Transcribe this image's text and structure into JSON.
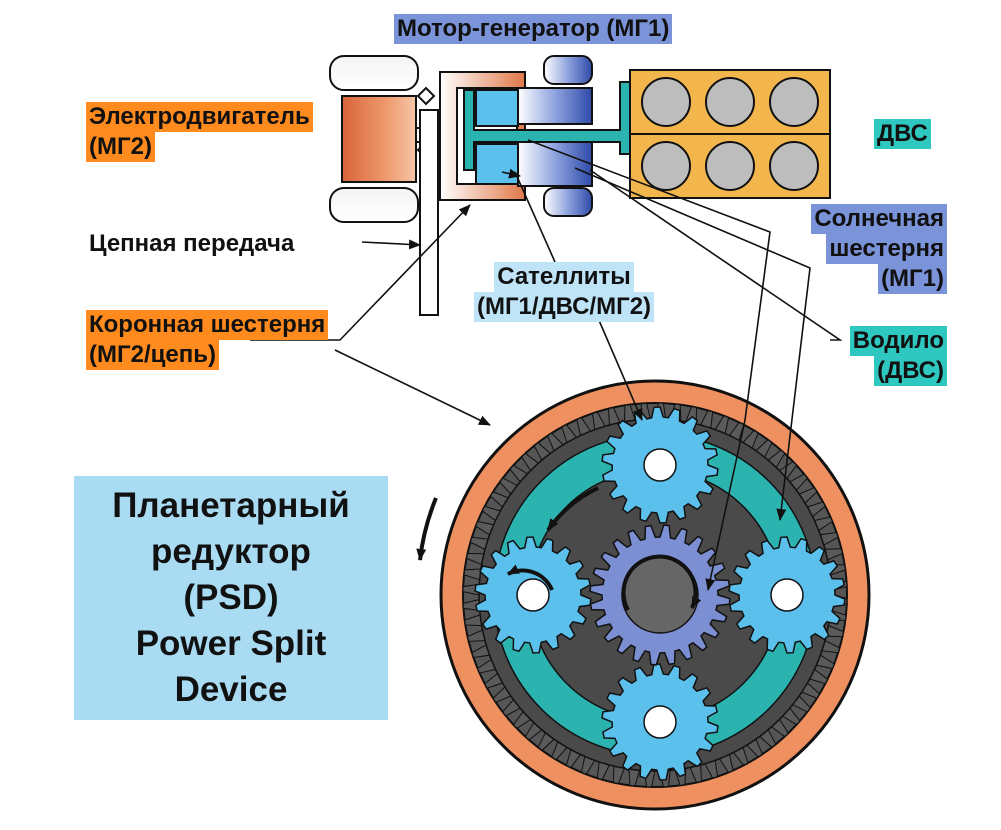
{
  "labels": {
    "mg1": "Мотор-генератор (МГ1)",
    "mg2_line1": "Электродвигатель",
    "mg2_line2": "(МГ2)",
    "ice": "ДВС",
    "chain": "Цепная передача",
    "sun_line1": "Солнечная",
    "sun_line2": "шестерня",
    "sun_line3": "(МГ1)",
    "planets_line1": "Сателлиты",
    "planets_line2": "(МГ1/ДВС/МГ2)",
    "ring_line1": "Коронная шестерня",
    "ring_line2": "(МГ2/цепь)",
    "carrier_line1": "Водило",
    "carrier_line2": "(ДВС)"
  },
  "title": {
    "line1": "Планетарный",
    "line2": "редуктор",
    "line3": "(PSD)",
    "line4": "Power Split",
    "line5": "Device"
  },
  "colors": {
    "mg1_label_bg": "#7b93d8",
    "mg2_label_bg": "#ff8a1e",
    "ice_label_bg": "#2ec8c0",
    "planets_label_bg": "#bfe3f7",
    "title_box_bg": "#a9dcf3",
    "ring_outer": "#ee9060",
    "gear_dark": "#555555",
    "carrier": "#2bb3b0",
    "planet_gear": "#5cc0ec",
    "sun_gear": "#7b8fd2",
    "engine_block": "#f2b64c"
  }
}
